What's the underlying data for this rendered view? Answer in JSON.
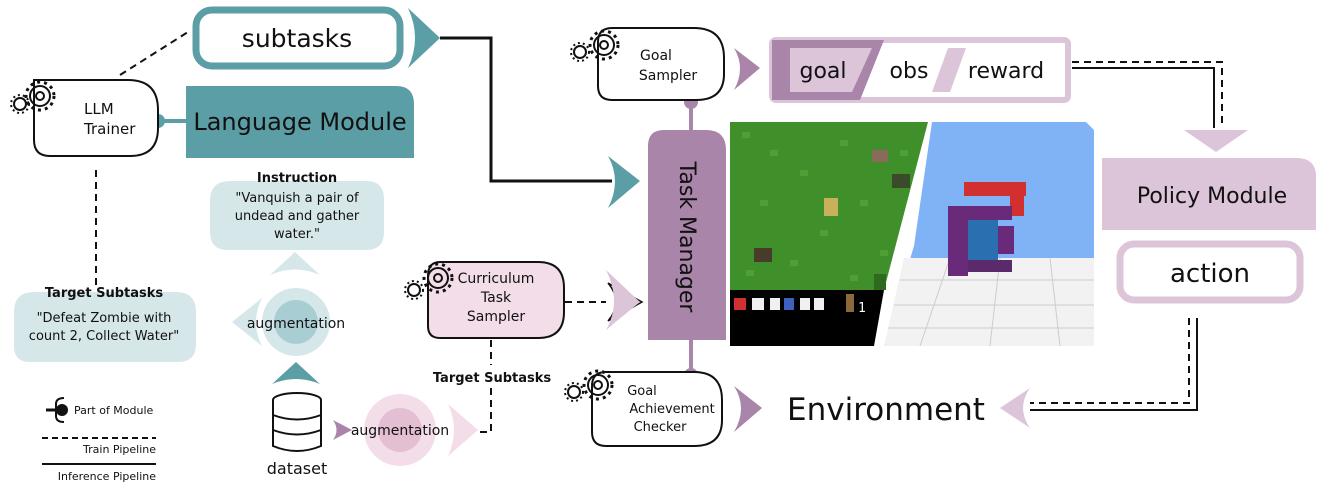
{
  "nodes": {
    "subtasks": "subtasks",
    "llm_trainer": [
      "LLM",
      "Trainer"
    ],
    "language_module": "Language Module",
    "instruction_title": "Instruction",
    "instruction_text": [
      "\"Vanquish a pair of",
      "undead and gather",
      "water.\""
    ],
    "target_subtasks_title": "Target Subtasks",
    "target_subtasks_text": [
      "\"Defeat Zombie with",
      "count 2, Collect Water\""
    ],
    "augmentation_center": "augmentation",
    "augmentation_bottom": "augmentation",
    "dataset": "dataset",
    "curriculum_sampler": [
      "Curriculum",
      "Task",
      "Sampler"
    ],
    "target_subtasks_label2": "Target Subtasks",
    "goal_sampler": [
      "Goal",
      "Sampler"
    ],
    "task_manager": "Task Manager",
    "goal_checker": [
      "Goal",
      "Achievement",
      "Checker"
    ],
    "obs_goal": "goal",
    "obs_obs": "obs",
    "obs_reward": "reward",
    "policy_module": "Policy Module",
    "action": "action",
    "environment": "Environment",
    "game_hud": "1"
  },
  "legend": {
    "part_of_module": "Part of Module",
    "train_pipeline": "Train Pipeline",
    "inference_pipeline": "Inference Pipeline"
  },
  "colors": {
    "teal": "#5c9ea6",
    "teal_light": "#d6e7ea",
    "purple": "#a985a9",
    "purple_light": "#dcc5d9",
    "pink_light": "#f3dde8"
  }
}
